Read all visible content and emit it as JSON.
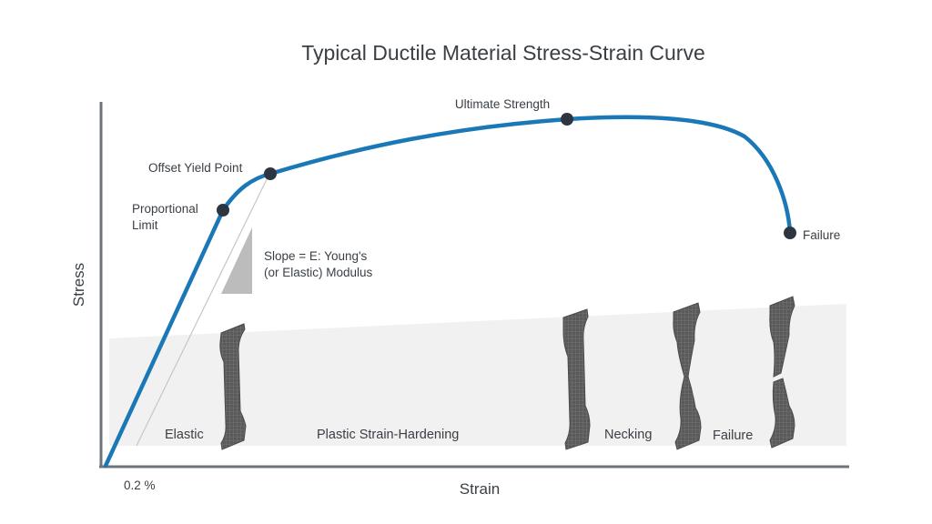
{
  "title": "Typical Ductile Material Stress-Strain Curve",
  "axes": {
    "x_label": "Strain",
    "y_label": "Stress",
    "offset_label": "0.2 %"
  },
  "points": {
    "proportional_limit": [
      "Proportional",
      "Limit"
    ],
    "offset_yield_point": "Offset Yield Point",
    "ultimate_strength": "Ultimate Strength",
    "failure": "Failure"
  },
  "slope_note": [
    "Slope = E: Young's",
    "(or Elastic) Modulus"
  ],
  "regions": {
    "elastic": "Elastic",
    "plastic": "Plastic Strain-Hardening",
    "necking": "Necking",
    "failure": "Failure"
  },
  "colors": {
    "curve": "#1a78b7",
    "point": "#2c3540",
    "axis": "#6f747a",
    "band": "#f1f1f1",
    "triangle": "#bcbcbc",
    "specimen": "#5f5f5f",
    "offset_line": "#c6c6c6"
  }
}
